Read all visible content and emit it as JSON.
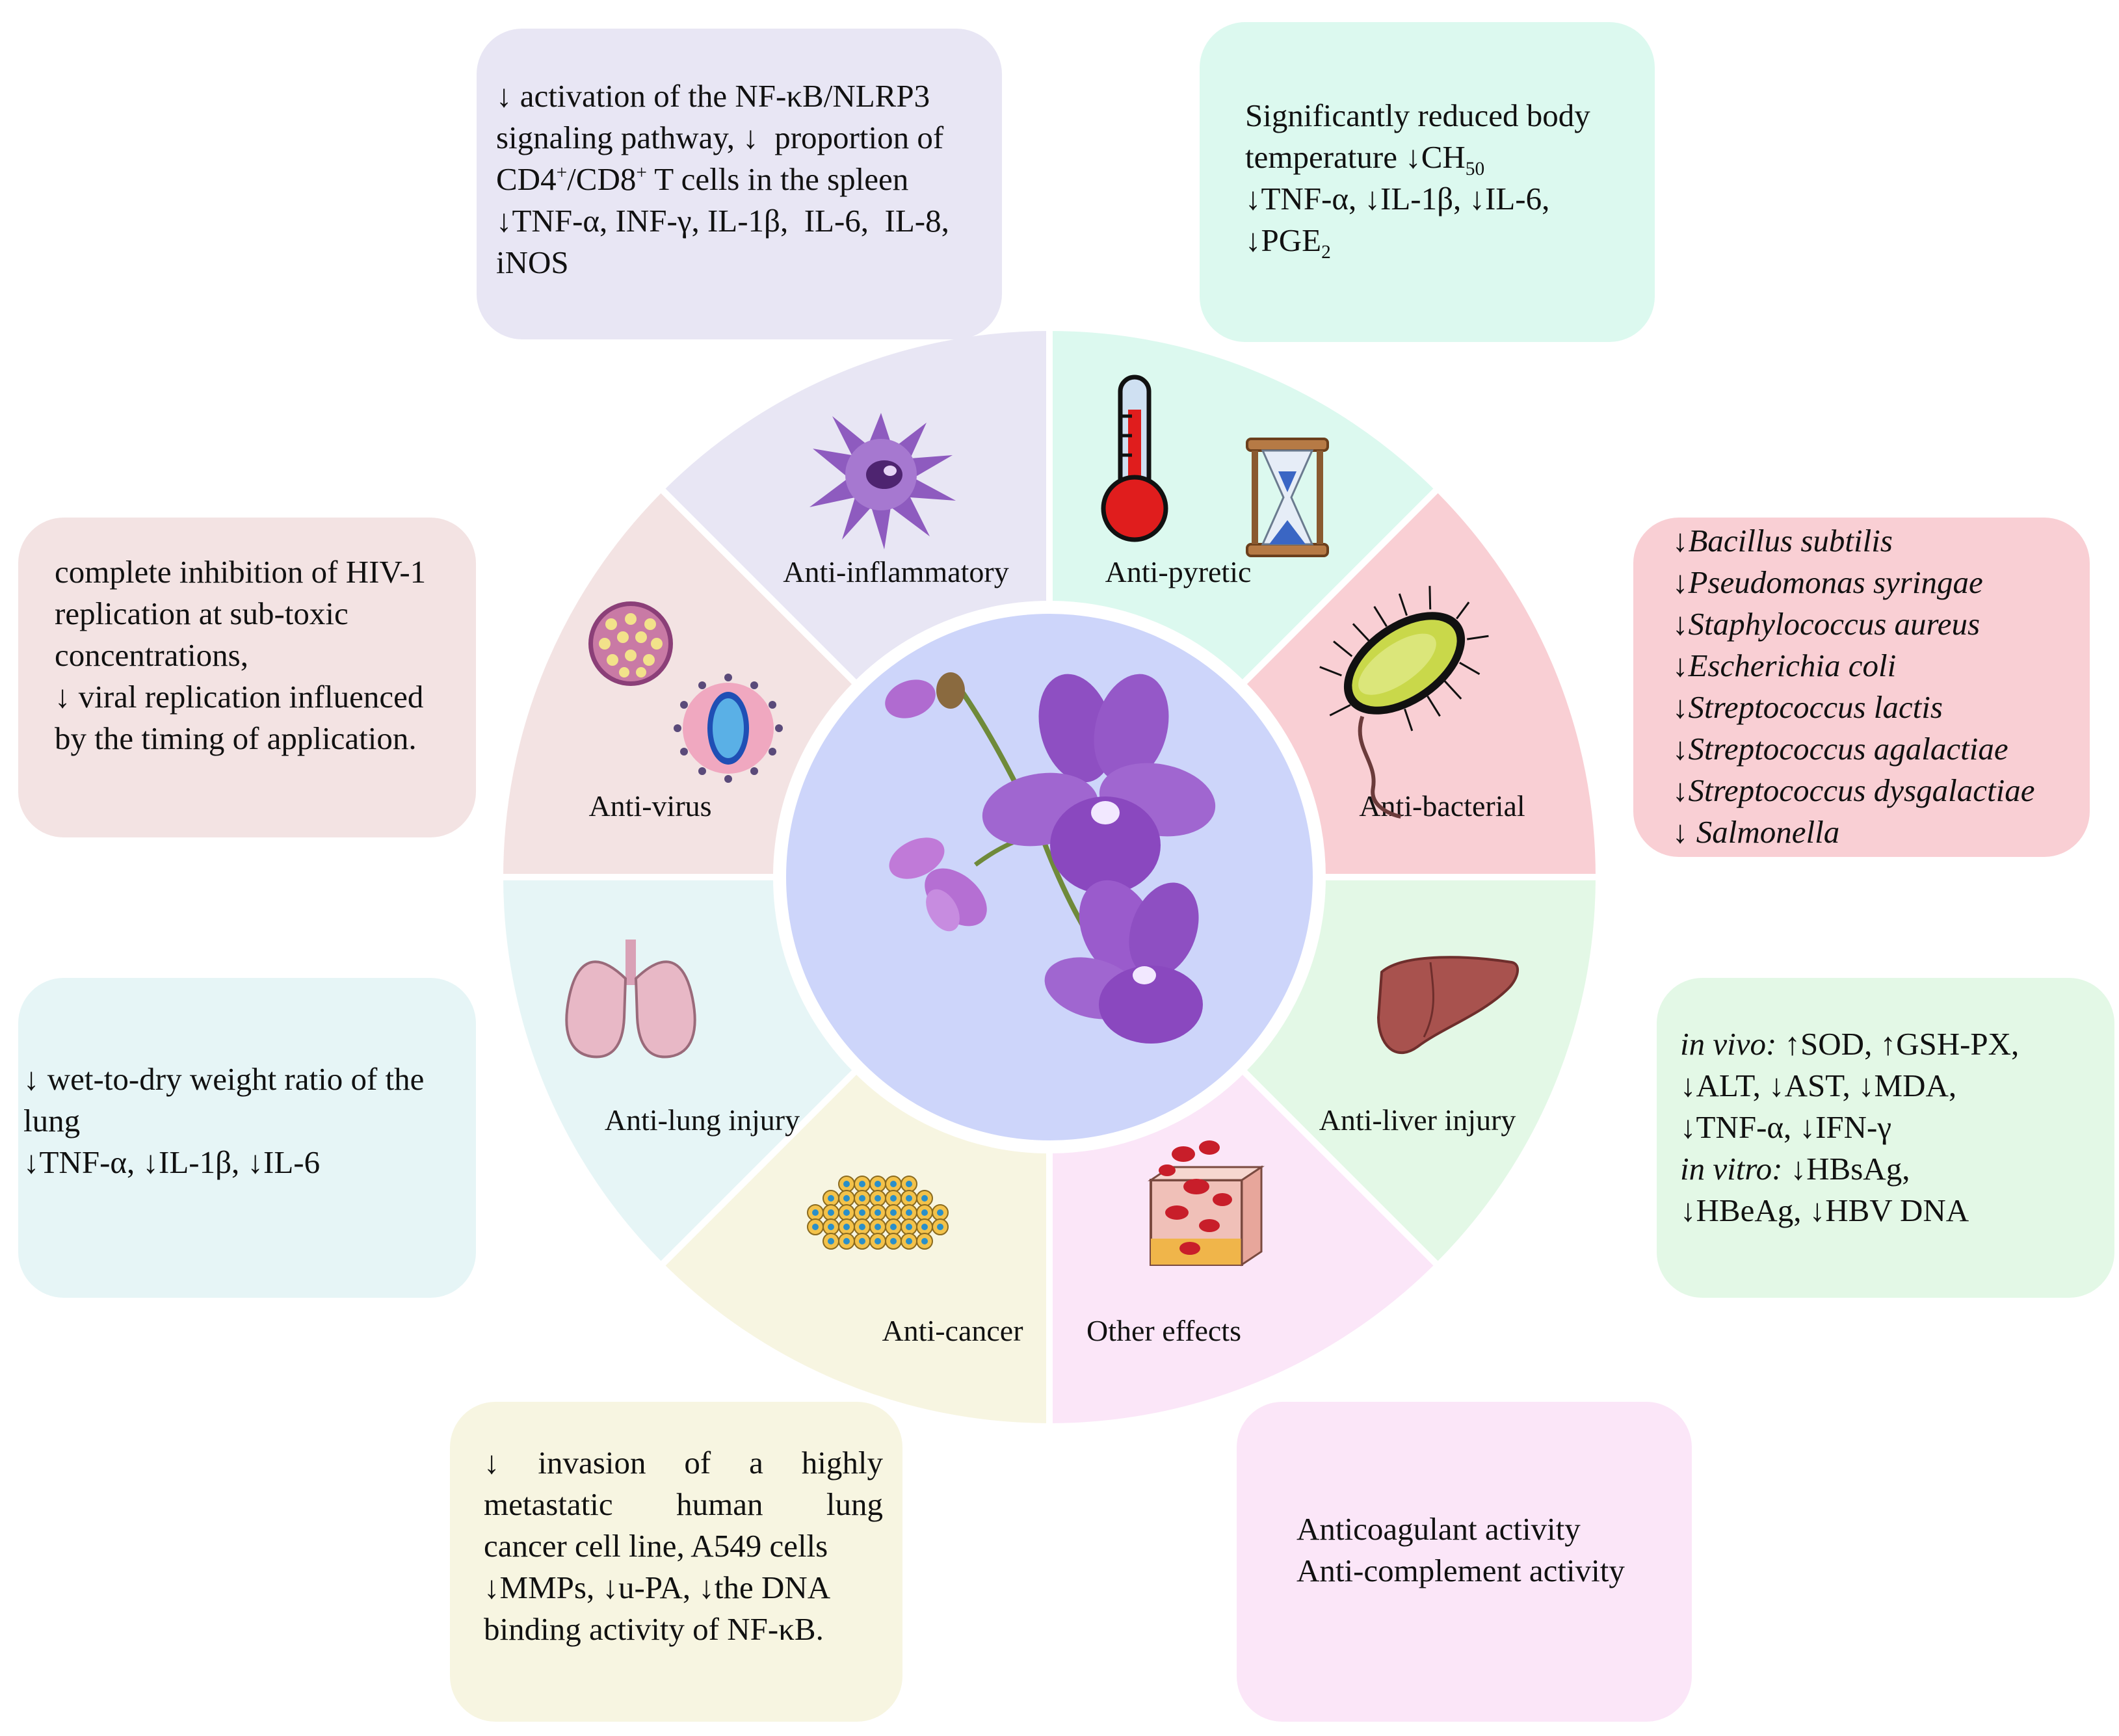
{
  "colors": {
    "inflammatory": "#e8e6f4",
    "pyretic": "#dcf9ef",
    "bacterial": "#f9cfd4",
    "liver": "#e3f8e6",
    "other": "#fbe6f8",
    "cancer": "#f7f5e1",
    "lung": "#e6f5f6",
    "virus": "#f3e3e3",
    "center": "#cdd5fa",
    "flower": "#8e4fc2"
  },
  "segments": {
    "inflammatory": {
      "label": "Anti-inflammatory",
      "icon": "immune-cell-icon"
    },
    "pyretic": {
      "label": "Anti-pyretic",
      "icon": "thermometer-hourglass-icon"
    },
    "bacterial": {
      "label": "Anti-bacterial",
      "icon": "bacterium-icon"
    },
    "liver": {
      "label": "Anti-liver injury",
      "icon": "liver-icon"
    },
    "other": {
      "label": "Other effects",
      "icon": "tissue-blood-icon"
    },
    "cancer": {
      "label": "Anti-cancer",
      "icon": "cancer-cells-icon"
    },
    "lung": {
      "label": "Anti-lung injury",
      "icon": "lungs-icon"
    },
    "virus": {
      "label": "Anti-virus",
      "icon": "virus-icon"
    }
  },
  "boxes": {
    "inflammatory": {
      "l1": "↓ activation of the NF-κB/NLRP3",
      "l2": "signaling pathway, ↓  proportion of",
      "l3a": "CD4",
      "l3b": "+",
      "l3c": "/CD8",
      "l3d": "+",
      "l3e": " T cells in the spleen",
      "l4": "↓TNF-α, INF-γ, IL-1β,  IL-6,  IL-8,",
      "l5": "iNOS"
    },
    "pyretic": {
      "l1": "Significantly reduced body",
      "l2a": "temperature ↓CH",
      "l2b": "50",
      "l3": "↓TNF-α, ↓IL-1β, ↓IL-6,",
      "l4a": "↓PGE",
      "l4b": "2"
    },
    "bacterial": {
      "items": [
        "↓Bacillus subtilis",
        "↓Pseudomonas syringae",
        "↓Staphylococcus aureus",
        "↓Escherichia coli",
        "↓Streptococcus lactis",
        "↓Streptococcus agalactiae",
        "↓Streptococcus dysgalactiae",
        "↓ Salmonella"
      ]
    },
    "virus": {
      "l1": "complete inhibition of HIV-1",
      "l2": "replication at sub-toxic",
      "l3": "concentrations,",
      "l4": "↓ viral replication influenced",
      "l5": "by the timing of application."
    },
    "lung": {
      "l1": "↓ wet-to-dry weight ratio of the",
      "l2": "lung",
      "l3": "↓TNF-α, ↓IL-1β, ↓IL-6"
    },
    "liver": {
      "l1a": "in vivo:",
      "l1b": " ↑SOD, ↑GSH-PX,",
      "l2": "↓ALT, ↓AST, ↓MDA,",
      "l3": "↓TNF-α, ↓IFN-γ",
      "l4a": "in vitro:",
      "l4b": " ↓HBsAg,",
      "l5": "↓HBeAg, ↓HBV DNA"
    },
    "cancer": {
      "l1": "↓ invasion of a highly",
      "l2": "metastatic human lung",
      "l3": "cancer cell line, A549 cells",
      "l4": "↓MMPs, ↓u-PA, ↓the DNA",
      "l5": "binding activity of NF-κB."
    },
    "other": {
      "l1": "Anticoagulant activity",
      "l2": "Anti-complement activity"
    }
  }
}
